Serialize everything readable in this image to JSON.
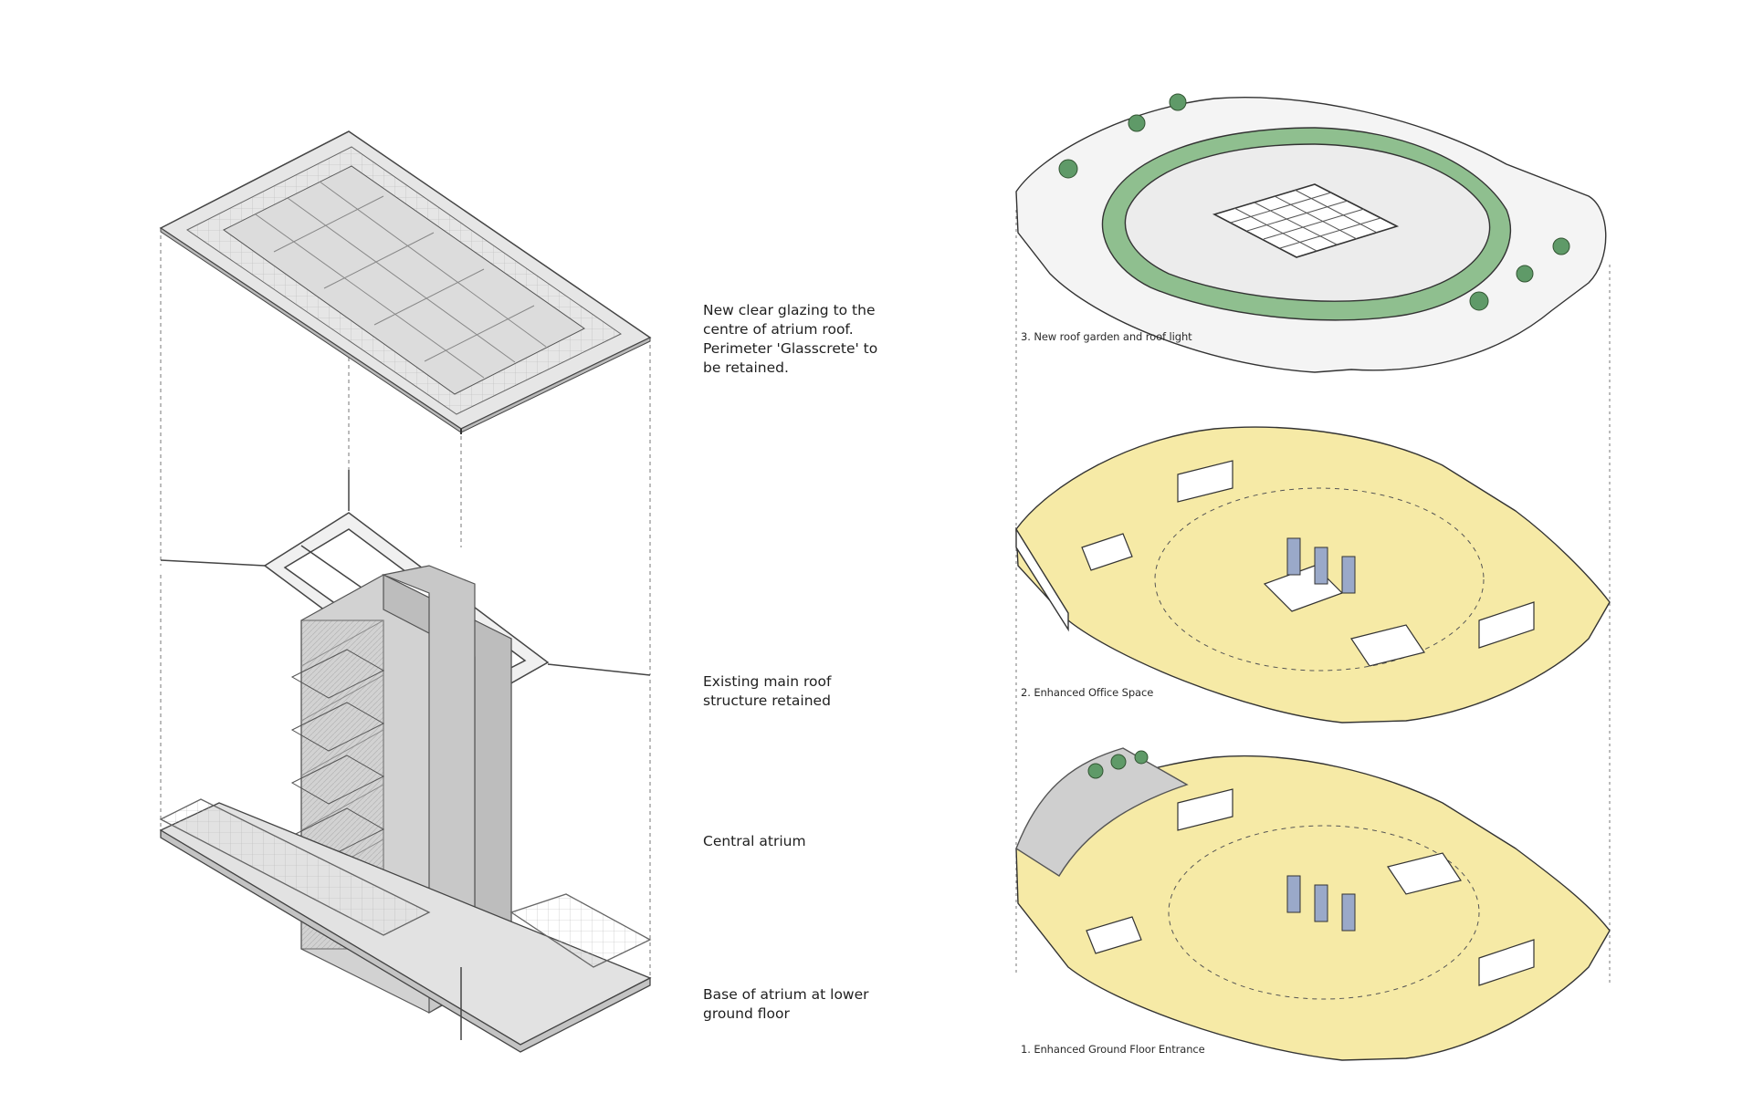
{
  "left_diagram": {
    "labels": {
      "glazing": "New clear glazing to the centre of atrium roof. Perimeter 'Glasscrete' to be retained.",
      "roof_structure": "Existing main roof structure retained",
      "central_atrium": "Central atrium",
      "base": "Base of atrium at lower ground floor"
    }
  },
  "right_diagram": {
    "levels": [
      {
        "label": "3. New roof garden and roof light"
      },
      {
        "label": "2. Enhanced Office Space"
      },
      {
        "label": "1. Enhanced Ground Floor Entrance"
      }
    ]
  },
  "colors": {
    "line": "#444444",
    "panel": "#e4e4e4",
    "floor_yellow": "#f6eaa6",
    "garden_green": "#8fbf8f",
    "garden_dark": "#5f9a68",
    "glass_blue": "#9aa9c9"
  }
}
